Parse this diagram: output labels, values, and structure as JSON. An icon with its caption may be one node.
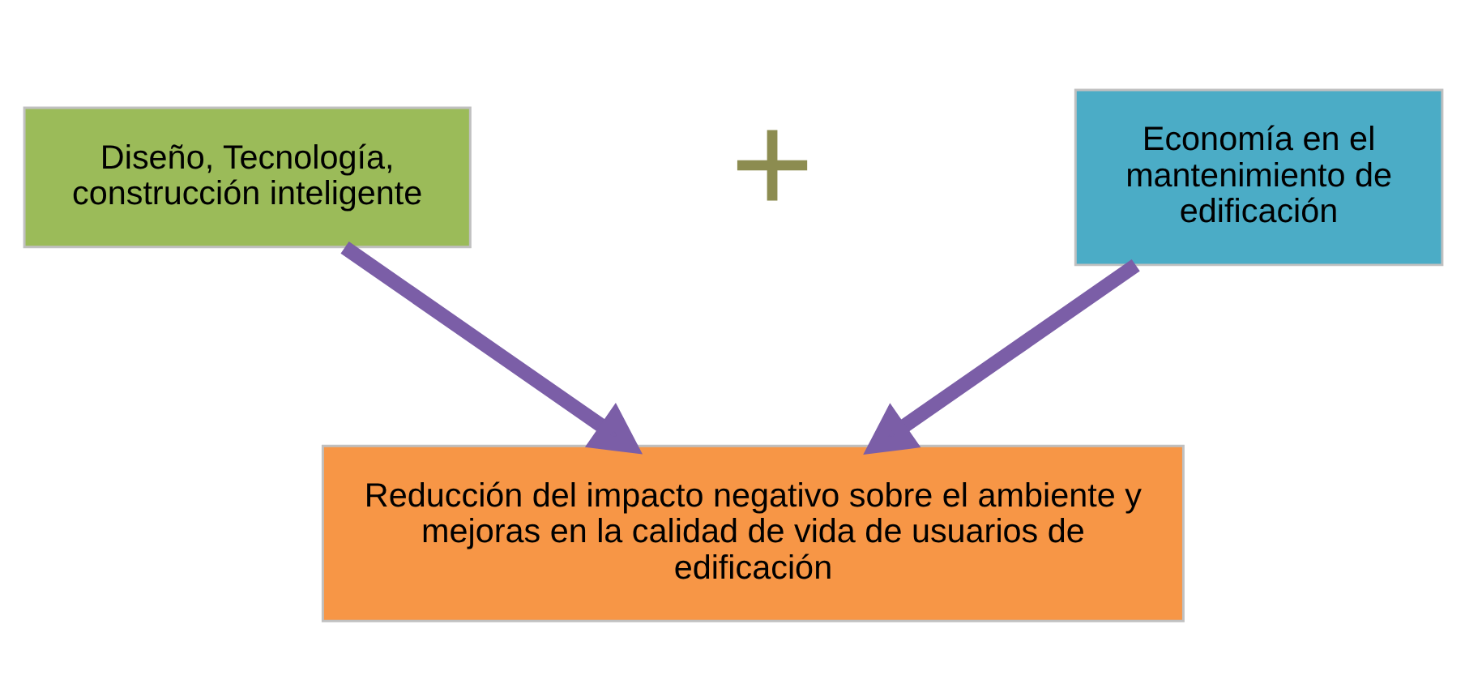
{
  "diagram": {
    "nodes": [
      {
        "text": [
          "Diseño, Tecnología, construcción inteligente"
        ]
      },
      {
        "text": [
          "Economía en el mantenimiento de edificación"
        ]
      },
      {
        "text": [
          "Reducción del impacto negativo sobre el ambiente y mejoras en la calidad de vida de usuarios de edificación"
        ]
      }
    ],
    "edges": [
      {
        "from": 0,
        "to": 2,
        "arrow": "to"
      },
      {
        "from": 1,
        "to": 2,
        "arrow": "to"
      }
    ],
    "labels": [
      "+"
    ]
  }
}
